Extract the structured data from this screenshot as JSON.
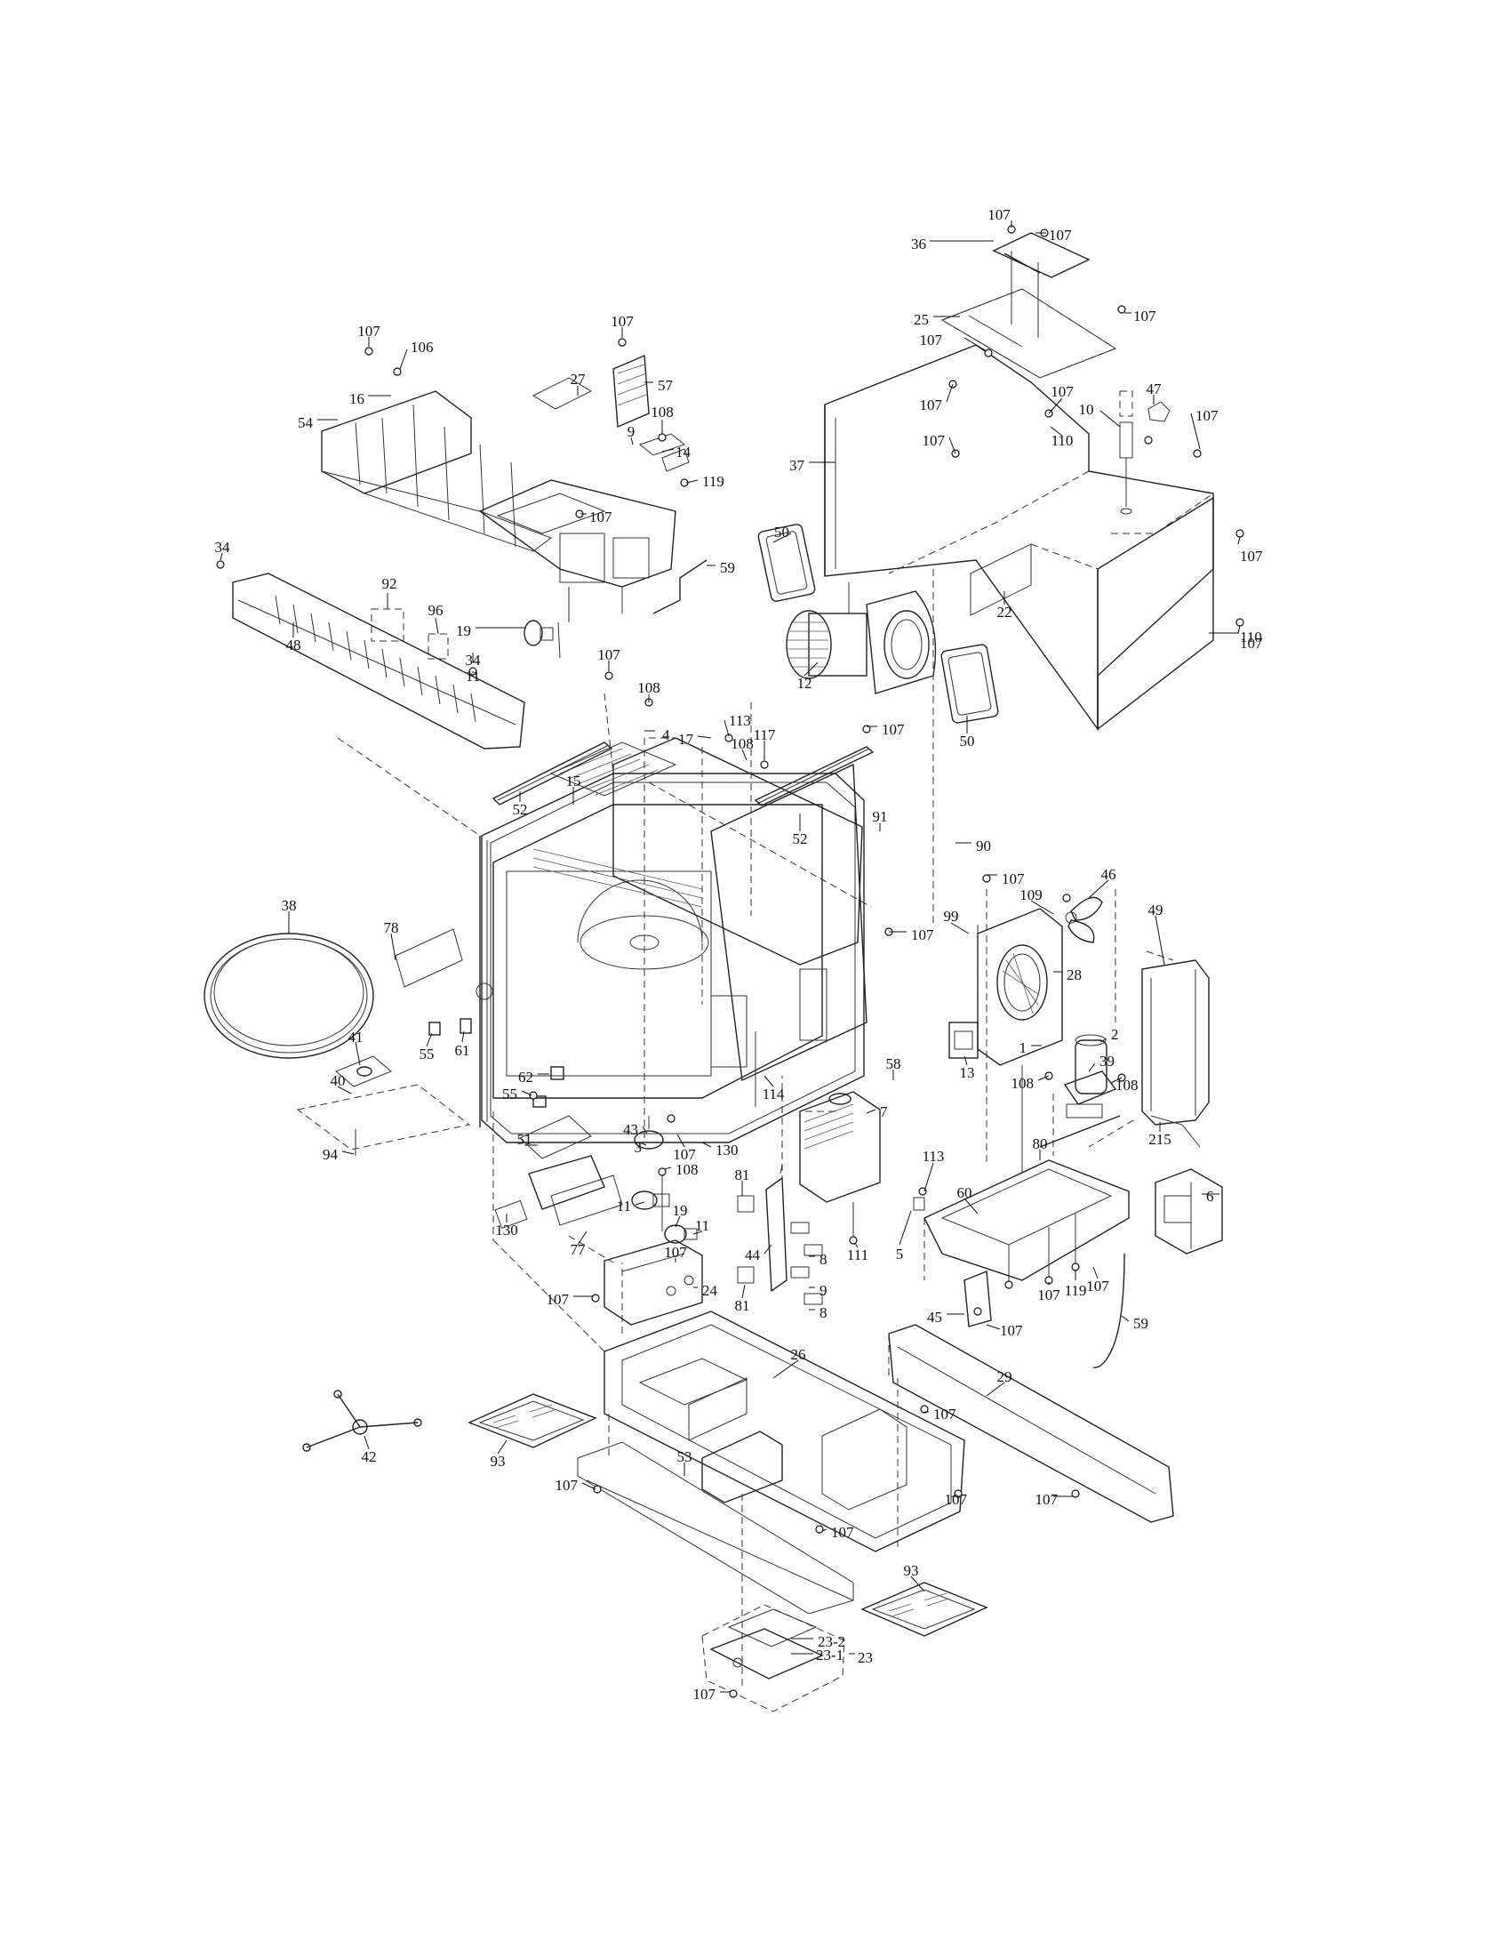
{
  "parts": [
    {
      "label": "107"
    },
    {
      "label": "107"
    },
    {
      "label": "36"
    },
    {
      "label": "107"
    },
    {
      "label": "25"
    },
    {
      "label": "107"
    },
    {
      "label": "107"
    },
    {
      "label": "47"
    },
    {
      "label": "10"
    },
    {
      "label": "107"
    },
    {
      "label": "107"
    },
    {
      "label": "107"
    },
    {
      "label": "110"
    },
    {
      "label": "107"
    },
    {
      "label": "37"
    },
    {
      "label": "107"
    },
    {
      "label": "50"
    },
    {
      "label": "22"
    },
    {
      "label": "110"
    },
    {
      "label": "12"
    },
    {
      "label": "50"
    },
    {
      "label": "107"
    },
    {
      "label": "106"
    },
    {
      "label": "16"
    },
    {
      "label": "54"
    },
    {
      "label": "107"
    },
    {
      "label": "57"
    },
    {
      "label": "27"
    },
    {
      "label": "108"
    },
    {
      "label": "9"
    },
    {
      "label": "14"
    },
    {
      "label": "119"
    },
    {
      "label": "107"
    },
    {
      "label": "59"
    },
    {
      "label": "34"
    },
    {
      "label": "92"
    },
    {
      "label": "96"
    },
    {
      "label": "19"
    },
    {
      "label": "11"
    },
    {
      "label": "34"
    },
    {
      "label": "48"
    },
    {
      "label": "107"
    },
    {
      "label": "108"
    },
    {
      "label": "4"
    },
    {
      "label": "113"
    },
    {
      "label": "17"
    },
    {
      "label": "108"
    },
    {
      "label": "117"
    },
    {
      "label": "107"
    },
    {
      "label": "52"
    },
    {
      "label": "15"
    },
    {
      "label": "52"
    },
    {
      "label": "91"
    },
    {
      "label": "90"
    },
    {
      "label": "38"
    },
    {
      "label": "78"
    },
    {
      "label": "107"
    },
    {
      "label": "109"
    },
    {
      "label": "46"
    },
    {
      "label": "99"
    },
    {
      "label": "28"
    },
    {
      "label": "107"
    },
    {
      "label": "49"
    },
    {
      "label": "55"
    },
    {
      "label": "61"
    },
    {
      "label": "41"
    },
    {
      "label": "13"
    },
    {
      "label": "2"
    },
    {
      "label": "1"
    },
    {
      "label": "39"
    },
    {
      "label": "108"
    },
    {
      "label": "108"
    },
    {
      "label": "215"
    },
    {
      "label": "62"
    },
    {
      "label": "58"
    },
    {
      "label": "40"
    },
    {
      "label": "55"
    },
    {
      "label": "114"
    },
    {
      "label": "43"
    },
    {
      "label": "7"
    },
    {
      "label": "3"
    },
    {
      "label": "107"
    },
    {
      "label": "130"
    },
    {
      "label": "94"
    },
    {
      "label": "51"
    },
    {
      "label": "108"
    },
    {
      "label": "80"
    },
    {
      "label": "113"
    },
    {
      "label": "81"
    },
    {
      "label": "60"
    },
    {
      "label": "6"
    },
    {
      "label": "11"
    },
    {
      "label": "19"
    },
    {
      "label": "11"
    },
    {
      "label": "130"
    },
    {
      "label": "77"
    },
    {
      "label": "44"
    },
    {
      "label": "8"
    },
    {
      "label": "111"
    },
    {
      "label": "5"
    },
    {
      "label": "107"
    },
    {
      "label": "9"
    },
    {
      "label": "81"
    },
    {
      "label": "8"
    },
    {
      "label": "107"
    },
    {
      "label": "24"
    },
    {
      "label": "45"
    },
    {
      "label": "107"
    },
    {
      "label": "119"
    },
    {
      "label": "107"
    },
    {
      "label": "107"
    },
    {
      "label": "59"
    },
    {
      "label": "26"
    },
    {
      "label": "29"
    },
    {
      "label": "107"
    },
    {
      "label": "42"
    },
    {
      "label": "93"
    },
    {
      "label": "53"
    },
    {
      "label": "107"
    },
    {
      "label": "107"
    },
    {
      "label": "107"
    },
    {
      "label": "107"
    },
    {
      "label": "93"
    },
    {
      "label": "23-2"
    },
    {
      "label": "23"
    },
    {
      "label": "23-1"
    },
    {
      "label": "107"
    }
  ]
}
